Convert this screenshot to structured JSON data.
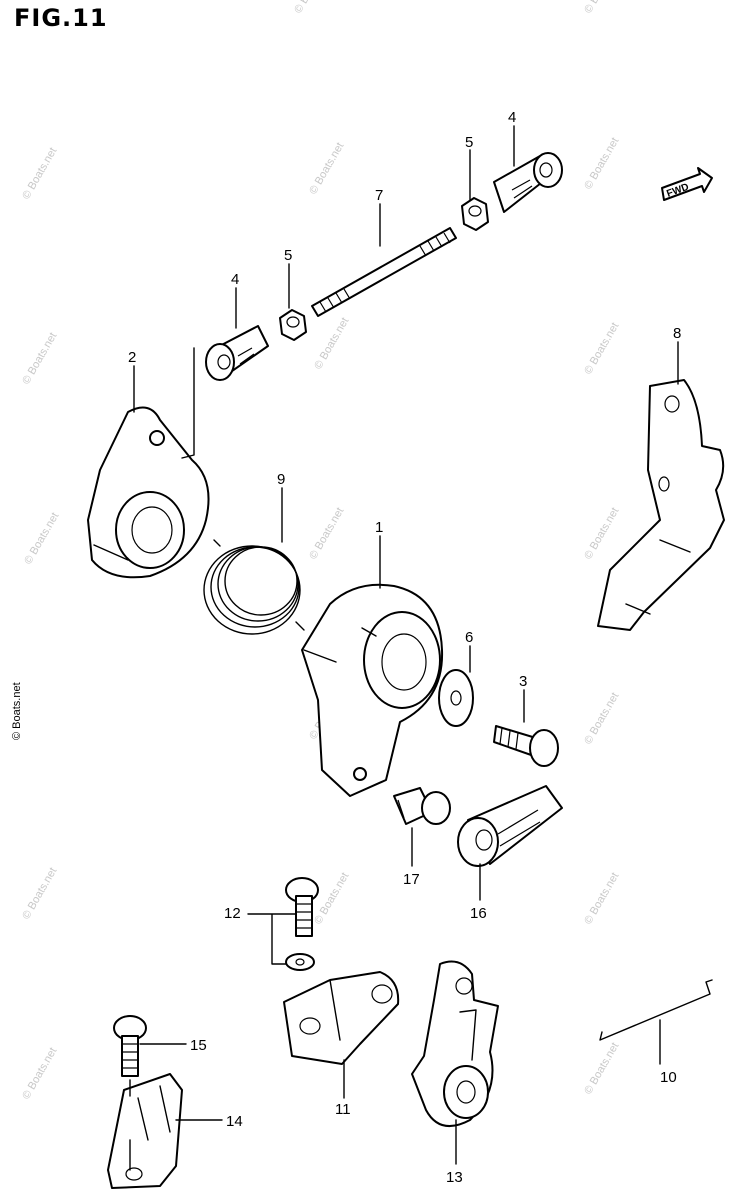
{
  "figure_title": "FIG.11",
  "fwd_label": "FWD",
  "watermark": "© Boats.net",
  "callouts": {
    "p1": "1",
    "p2": "2",
    "p3": "3",
    "p4a": "4",
    "p4b": "4",
    "p5a": "5",
    "p5b": "5",
    "p6": "6",
    "p7": "7",
    "p8": "8",
    "p9": "9",
    "p10": "10",
    "p11": "11",
    "p12": "12",
    "p13": "13",
    "p14": "14",
    "p15": "15",
    "p16": "16",
    "p17": "17"
  }
}
